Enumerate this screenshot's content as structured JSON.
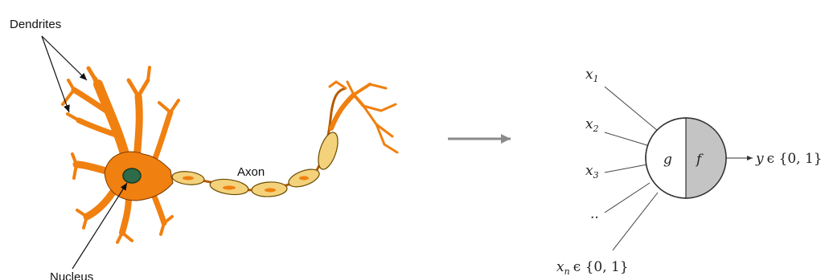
{
  "neuron": {
    "dendrites_label": "Dendrites",
    "axon_label": "Axon",
    "nucleus_label": "Nucleus"
  },
  "perceptron": {
    "inputs": [
      {
        "base": "x",
        "sub": "1"
      },
      {
        "base": "x",
        "sub": "2"
      },
      {
        "base": "x",
        "sub": "3"
      },
      {
        "base": "..",
        "sub": ""
      }
    ],
    "last_input": {
      "base": "x",
      "sub": "n",
      "domain": "ϵ {0, 1}"
    },
    "g_label": "g",
    "f_label": "f",
    "output": {
      "var": "y",
      "domain": "ϵ {0, 1}"
    }
  },
  "colors": {
    "neuron_body": "#f08010",
    "neuron_outline": "#5a3000",
    "myelin": "#f3d27b",
    "myelin_outline": "#6b4a00",
    "nucleus": "#2e6b48",
    "arrow": "#8a8a8a",
    "f_half": "#c4c4c4"
  }
}
